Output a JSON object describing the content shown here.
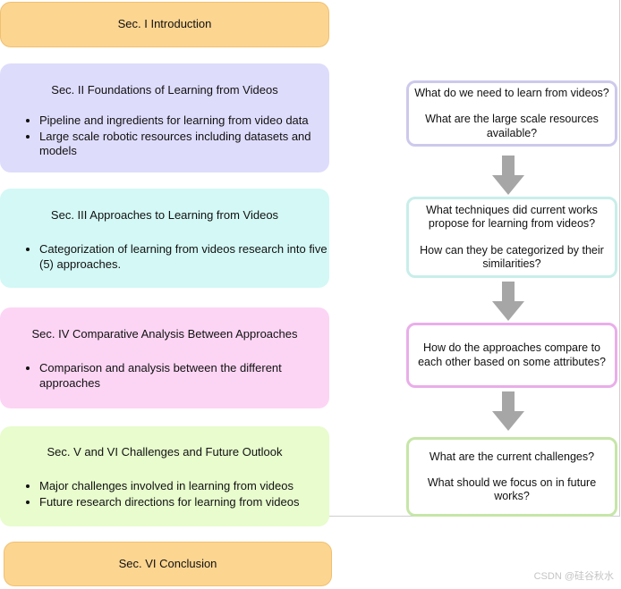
{
  "sections": {
    "intro": {
      "title": "Sec. I Introduction"
    },
    "foundations": {
      "title": "Sec. II Foundations of Learning from Videos",
      "bullets": [
        "Pipeline and ingredients for learning from video data",
        "Large scale robotic resources including datasets and models"
      ]
    },
    "approaches": {
      "title": "Sec. III Approaches to Learning from Videos",
      "bullets": [
        "Categorization of learning from videos research into five (5) approaches."
      ]
    },
    "comparative": {
      "title": "Sec. IV Comparative Analysis Between Approaches",
      "bullets": [
        "Comparison and analysis between the different approaches"
      ]
    },
    "challenges": {
      "title": "Sec. V and VI Challenges and Future Outlook",
      "bullets": [
        "Major challenges involved in learning from videos",
        "Future research directions for learning from videos"
      ]
    },
    "conclusion": {
      "title": "Sec. VI Conclusion"
    }
  },
  "questions": [
    {
      "lines": [
        "What do we need to learn from videos?",
        "What are the large scale resources available?"
      ]
    },
    {
      "lines": [
        "What techniques did current works propose for learning from videos?",
        "How can they be categorized by their similarities?"
      ]
    },
    {
      "lines": [
        "How do the approaches compare to each other based on some attributes?"
      ]
    },
    {
      "lines": [
        "What are the current challenges?",
        "What should we focus on in future works?"
      ]
    }
  ],
  "watermark": "CSDN @硅谷秋水",
  "colors": {
    "intro": "#fcd591",
    "foundations": "#dedcfb",
    "approaches": "#d3f8f5",
    "comparative": "#fcd5f4",
    "challenges": "#e8fcce",
    "arrow": "#a6a6a6"
  }
}
